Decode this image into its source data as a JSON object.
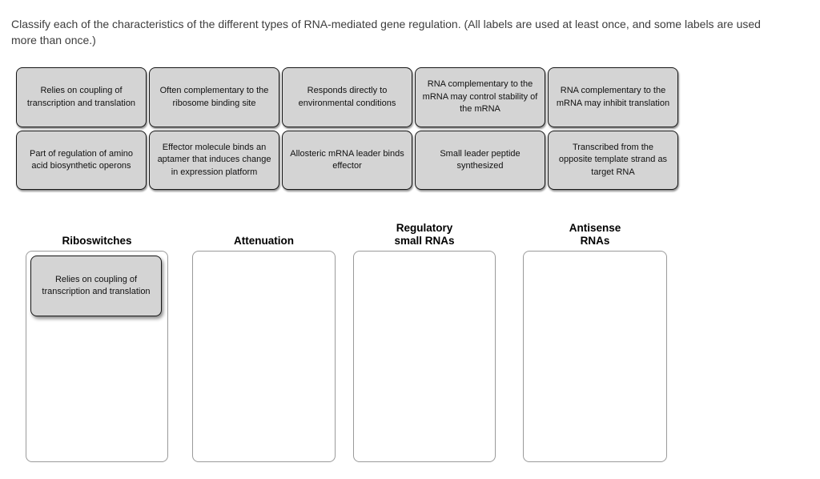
{
  "instructions": "Classify each of the characteristics of the different types of RNA-mediated gene regulation. (All labels are used at least once, and some labels are used more than once.)",
  "bank": {
    "labels": [
      "Relies on coupling of transcription and translation",
      "Often complementary to the ribosome binding site",
      "Responds directly to environmental conditions",
      "RNA complementary to the mRNA may control stability of the mRNA",
      "RNA complementary to the mRNA may inhibit translation",
      "Part of regulation of amino acid biosynthetic operons",
      "Effector molecule binds an aptamer that induces change in expression platform",
      "Allosteric mRNA leader binds effector",
      "Small leader peptide synthesized",
      "Transcribed from the opposite template strand as target RNA"
    ]
  },
  "categories": [
    {
      "name": "Riboswitches",
      "placed": [
        "Relies on coupling of transcription and translation"
      ]
    },
    {
      "name": "Attenuation",
      "placed": []
    },
    {
      "name": "Regulatory small RNAs",
      "placed": []
    },
    {
      "name": "Antisense RNAs",
      "placed": []
    }
  ],
  "colors": {
    "chip_background": "#d4d4d4",
    "chip_border": "#161616",
    "dropzone_border": "#9a9a9a",
    "instructions_text": "#3d3d3d"
  }
}
